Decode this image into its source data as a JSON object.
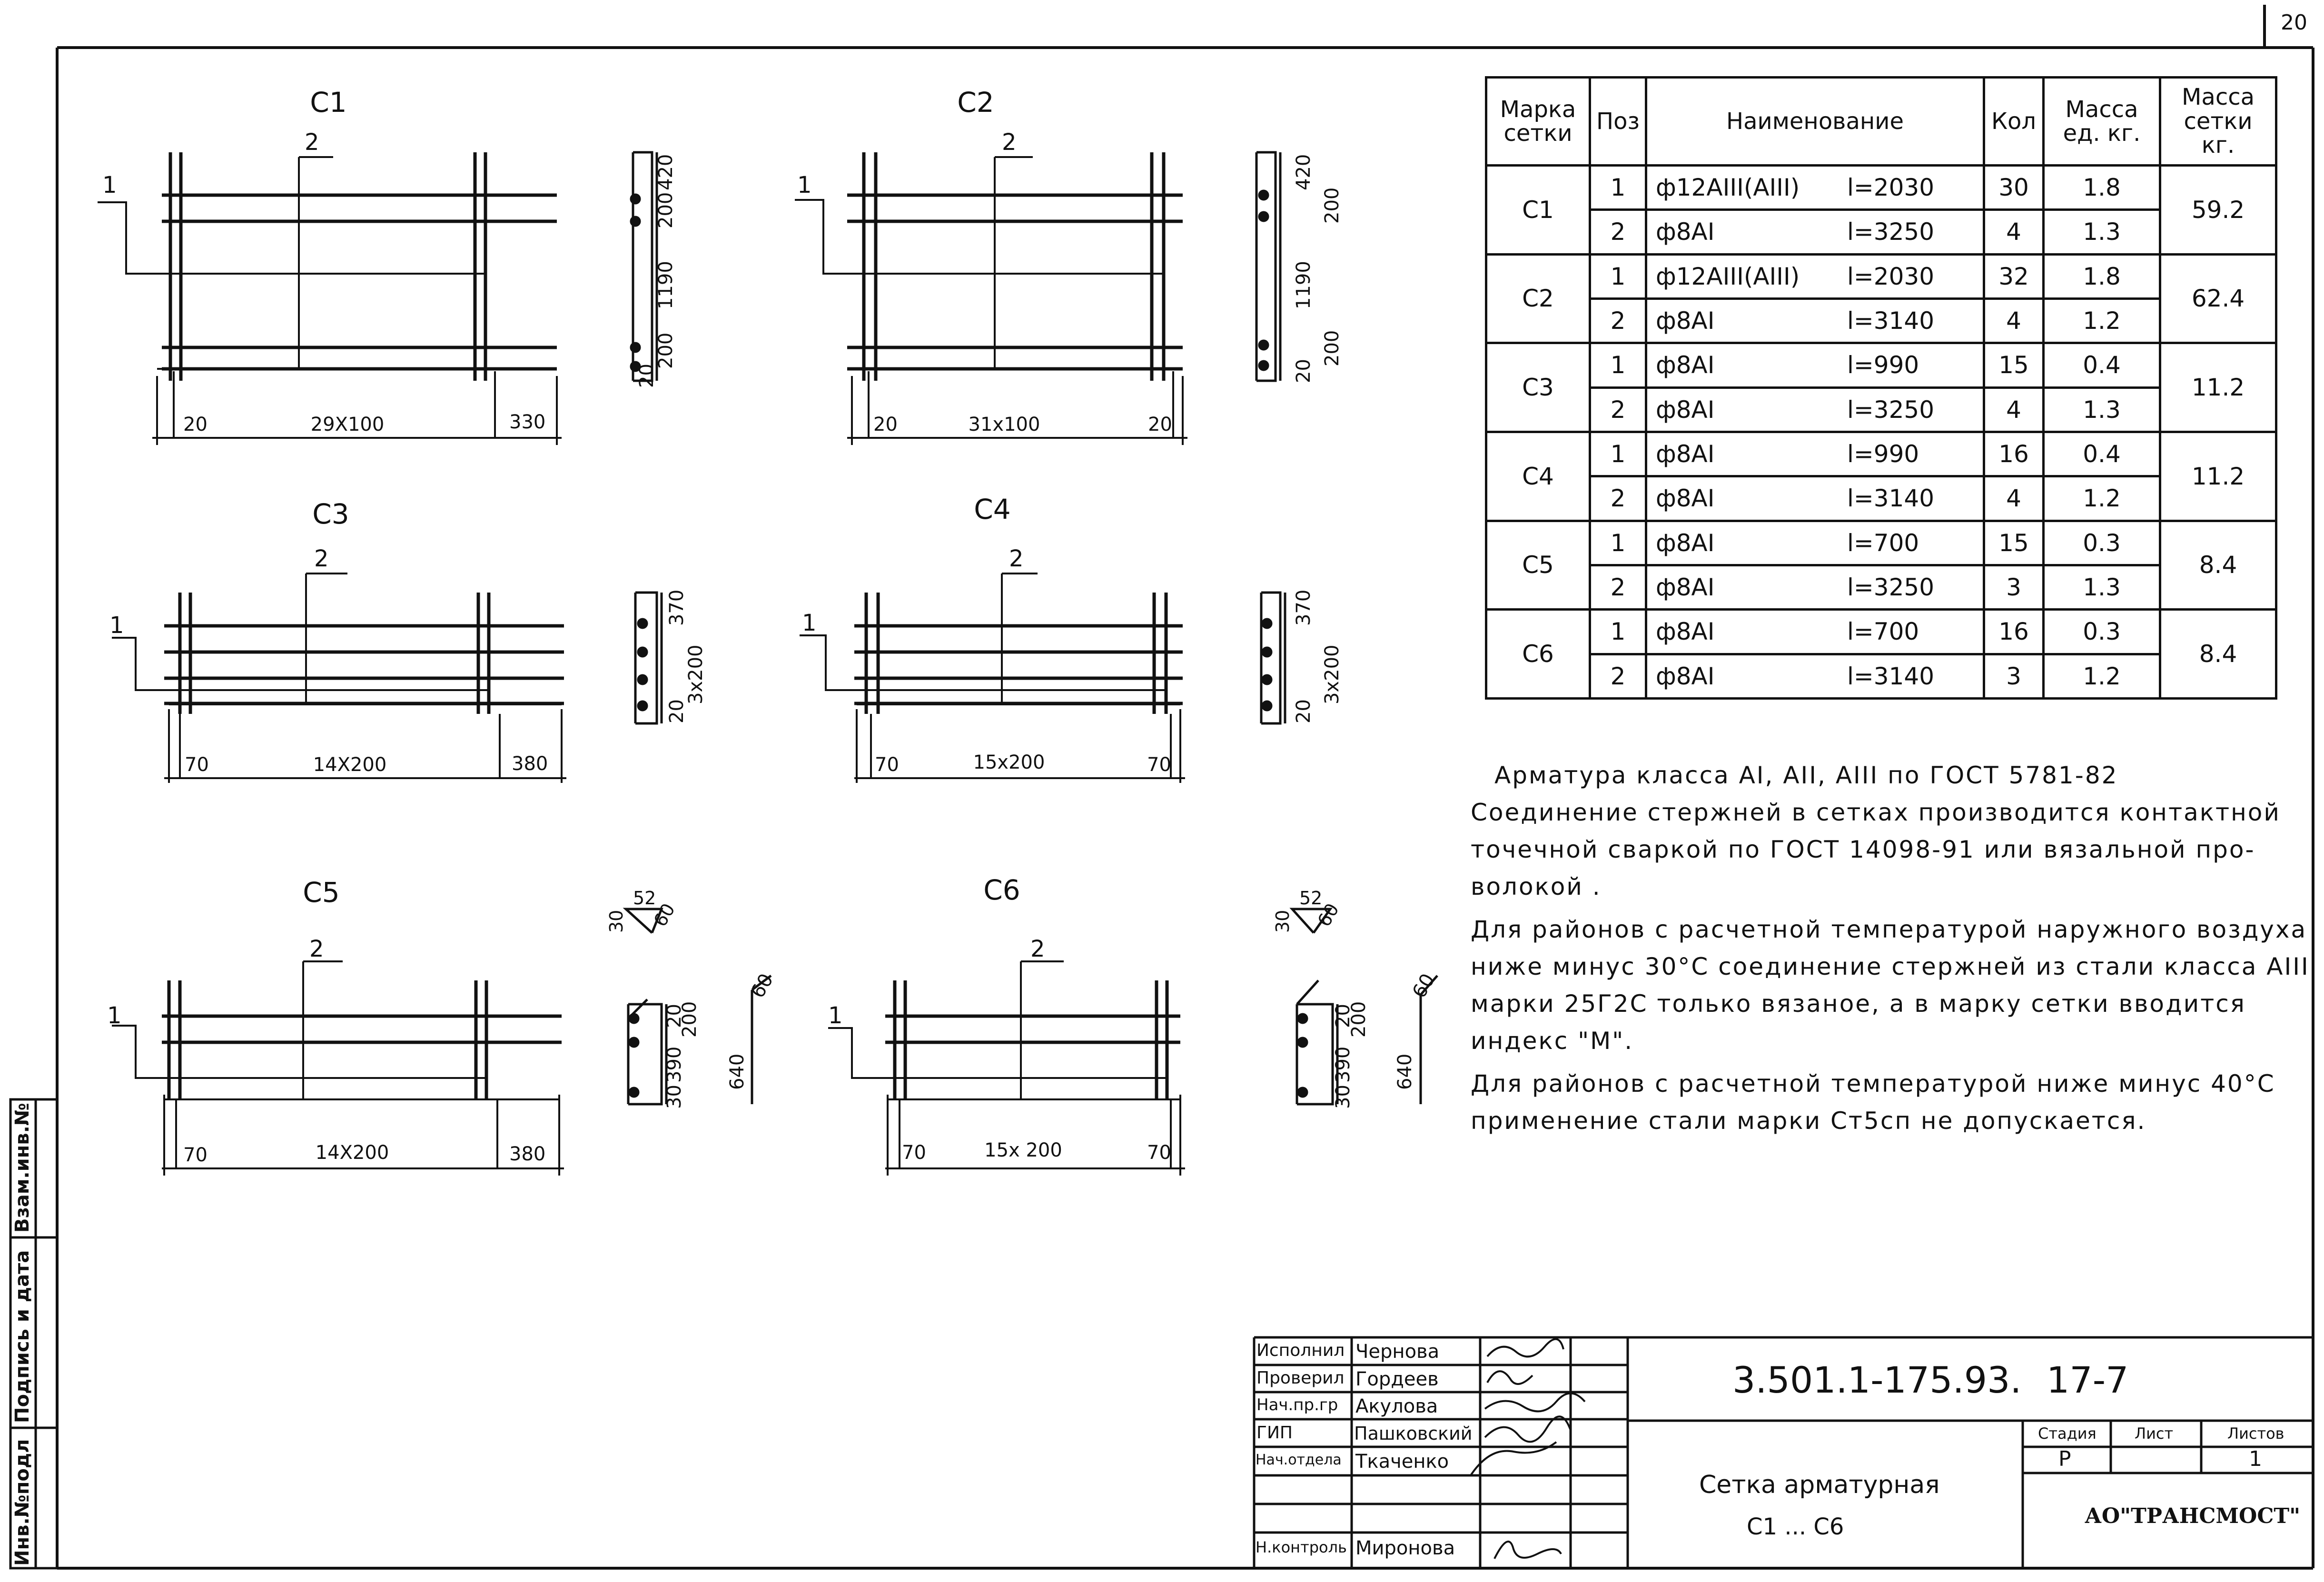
{
  "sheet_number": "20",
  "side_stamp": {
    "ref_no": "Взам.инв.№",
    "sign_date": "Подпись и дата",
    "orig_no": "Инв.№подл"
  },
  "meshes": [
    {
      "mark": "С1",
      "pos1": "1",
      "pos2": "2",
      "dim_left": "20",
      "dim_mid": "29X100",
      "dim_right": "330",
      "sec_dims": [
        "420",
        "200",
        "1190",
        "200",
        "20"
      ]
    },
    {
      "mark": "С2",
      "pos1": "1",
      "pos2": "2",
      "dim_left": "20",
      "dim_mid": "31x100",
      "dim_right": "20",
      "sec_dims": [
        "420",
        "200",
        "1190",
        "200",
        "20"
      ]
    },
    {
      "mark": "С3",
      "pos1": "1",
      "pos2": "2",
      "dim_left": "70",
      "dim_mid": "14X200",
      "dim_right": "380",
      "sec_dims": [
        "370",
        "3x200",
        "20"
      ]
    },
    {
      "mark": "С4",
      "pos1": "1",
      "pos2": "2",
      "dim_left": "70",
      "dim_mid": "15x200",
      "dim_right": "70",
      "sec_dims": [
        "370",
        "3x200",
        "20"
      ]
    },
    {
      "mark": "С5",
      "pos1": "1",
      "pos2": "2",
      "dim_left": "70",
      "dim_mid": "14X200",
      "dim_right": "380",
      "sec_dims": [
        "20",
        "200",
        "390",
        "30",
        "640",
        "60"
      ],
      "hook": [
        "52",
        "30",
        "60"
      ]
    },
    {
      "mark": "С6",
      "pos1": "1",
      "pos2": "2",
      "dim_left": "70",
      "dim_mid": "15x 200",
      "dim_right": "70",
      "sec_dims": [
        "20",
        "200",
        "390",
        "30",
        "640",
        "60"
      ],
      "hook": [
        "52",
        "30",
        "60"
      ]
    }
  ],
  "table": {
    "headers": [
      "Марка сетки",
      "Поз",
      "Наименование",
      "Кол",
      "Масса ед. кг.",
      "Масса сетки кг."
    ],
    "groups": [
      {
        "mark": "С1",
        "total": "59.2",
        "rows": [
          {
            "pos": "1",
            "dia": "ф12АIII(АIII)",
            "len": "l=2030",
            "qty": "30",
            "mass": "1.8"
          },
          {
            "pos": "2",
            "dia": "ф8АI",
            "len": "l=3250",
            "qty": "4",
            "mass": "1.3"
          }
        ]
      },
      {
        "mark": "С2",
        "total": "62.4",
        "rows": [
          {
            "pos": "1",
            "dia": "ф12АIII(АIII)",
            "len": "l=2030",
            "qty": "32",
            "mass": "1.8"
          },
          {
            "pos": "2",
            "dia": "ф8АI",
            "len": "l=3140",
            "qty": "4",
            "mass": "1.2"
          }
        ]
      },
      {
        "mark": "С3",
        "total": "11.2",
        "rows": [
          {
            "pos": "1",
            "dia": "ф8АI",
            "len": "l=990",
            "qty": "15",
            "mass": "0.4"
          },
          {
            "pos": "2",
            "dia": "ф8АI",
            "len": "l=3250",
            "qty": "4",
            "mass": "1.3"
          }
        ]
      },
      {
        "mark": "С4",
        "total": "11.2",
        "rows": [
          {
            "pos": "1",
            "dia": "ф8АI",
            "len": "l=990",
            "qty": "16",
            "mass": "0.4"
          },
          {
            "pos": "2",
            "dia": "ф8АI",
            "len": "l=3140",
            "qty": "4",
            "mass": "1.2"
          }
        ]
      },
      {
        "mark": "С5",
        "total": "8.4",
        "rows": [
          {
            "pos": "1",
            "dia": "ф8АI",
            "len": "l=700",
            "qty": "15",
            "mass": "0.3"
          },
          {
            "pos": "2",
            "dia": "ф8АI",
            "len": "l=3250",
            "qty": "3",
            "mass": "1.3"
          }
        ]
      },
      {
        "mark": "С6",
        "total": "8.4",
        "rows": [
          {
            "pos": "1",
            "dia": "ф8АI",
            "len": "l=700",
            "qty": "16",
            "mass": "0.3"
          },
          {
            "pos": "2",
            "dia": "ф8АI",
            "len": "l=3140",
            "qty": "3",
            "mass": "1.2"
          }
        ]
      }
    ]
  },
  "notes": [
    "Арматура класса АI, АII, АIII по ГОСТ 5781-82",
    "Соединение стержней в сетках производится контактной\nточечной сваркой по ГОСТ 14098-91 или вязальной про-\nволокой .",
    "Для районов с расчетной температурой наружного воздуха\nниже минус 30°С соединение стержней из стали класса АIII\nмарки 25Г2С только вязаное, а в марку сетки вводится\nиндекс \"М\".",
    "Для районов с расчетной температурой ниже минус 40°С\nприменение стали марки Ст5сп не допускается."
  ],
  "title_block": {
    "roles": [
      "Исполнил",
      "Проверил",
      "Нач.пр.гр",
      "ГИП",
      "Нач.отдела",
      "",
      "Н.контроль"
    ],
    "names": [
      "Чернова",
      "Гордеев",
      "Акулова",
      "Пашковский",
      "Ткаченко",
      "",
      "Миронова"
    ],
    "doc_code": "3.501.1-175.93.",
    "sheet_code": "17-7",
    "title_line1": "Сетка арматурная",
    "title_line2": "С1 ... С6",
    "stage_label": "Стадия",
    "sheet_label": "Лист",
    "sheets_label": "Листов",
    "stage": "Р",
    "sheet": "",
    "sheets": "1",
    "company": "АО\"ТРАНСМОСТ\""
  }
}
